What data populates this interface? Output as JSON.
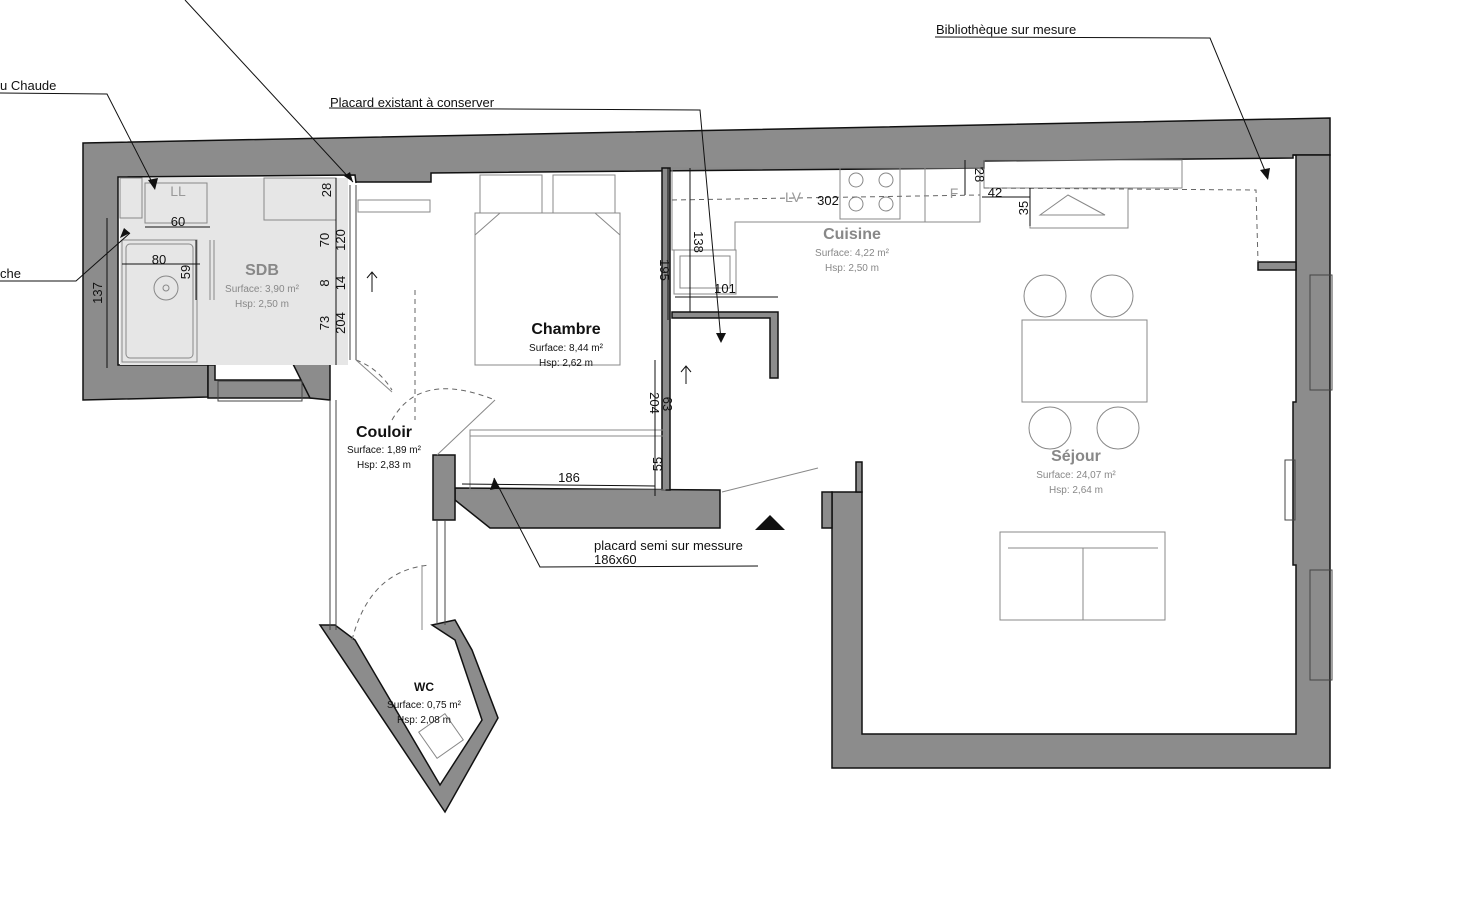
{
  "rooms": {
    "sdb": {
      "name": "SDB",
      "surface": "Surface: 3,90 m²",
      "hsp": "Hsp: 2,50 m"
    },
    "chambre": {
      "name": "Chambre",
      "surface": "Surface: 8,44 m²",
      "hsp": "Hsp: 2,62 m"
    },
    "cuisine": {
      "name": "Cuisine",
      "surface": "Surface: 4,22 m²",
      "hsp": "Hsp: 2,50 m"
    },
    "sejour": {
      "name": "Séjour",
      "surface": "Surface: 24,07 m²",
      "hsp": "Hsp: 2,64 m"
    },
    "couloir": {
      "name": "Couloir",
      "surface": "Surface: 1,89 m²",
      "hsp": "Hsp: 2,83 m"
    },
    "wc": {
      "name": "WC",
      "surface": "Surface: 0,75 m²",
      "hsp": "Hsp: 2,08 m"
    }
  },
  "annotations": {
    "eau_chaude": "u Chaude",
    "douche": "che",
    "placard_existant": "Placard existant à conserver",
    "bibliotheque": "Bibliothèque sur mesure",
    "placard_semi_1": "placard semi sur messure",
    "placard_semi_2": "186x60"
  },
  "equipment": {
    "ll": "LL",
    "lv": "LV",
    "f": "F"
  },
  "dimensions": {
    "d60": "60",
    "d80": "80",
    "d59": "59",
    "d137": "137",
    "d28a": "28",
    "d70": "70",
    "d120": "120",
    "d8": "8",
    "d14": "14",
    "d73": "73",
    "d204a": "204",
    "d195": "195",
    "d138": "138",
    "d101": "101",
    "d302": "302",
    "d28b": "28",
    "d42": "42",
    "d35": "35",
    "d204b": "204",
    "d63": "63",
    "d55": "55",
    "d186": "186"
  }
}
